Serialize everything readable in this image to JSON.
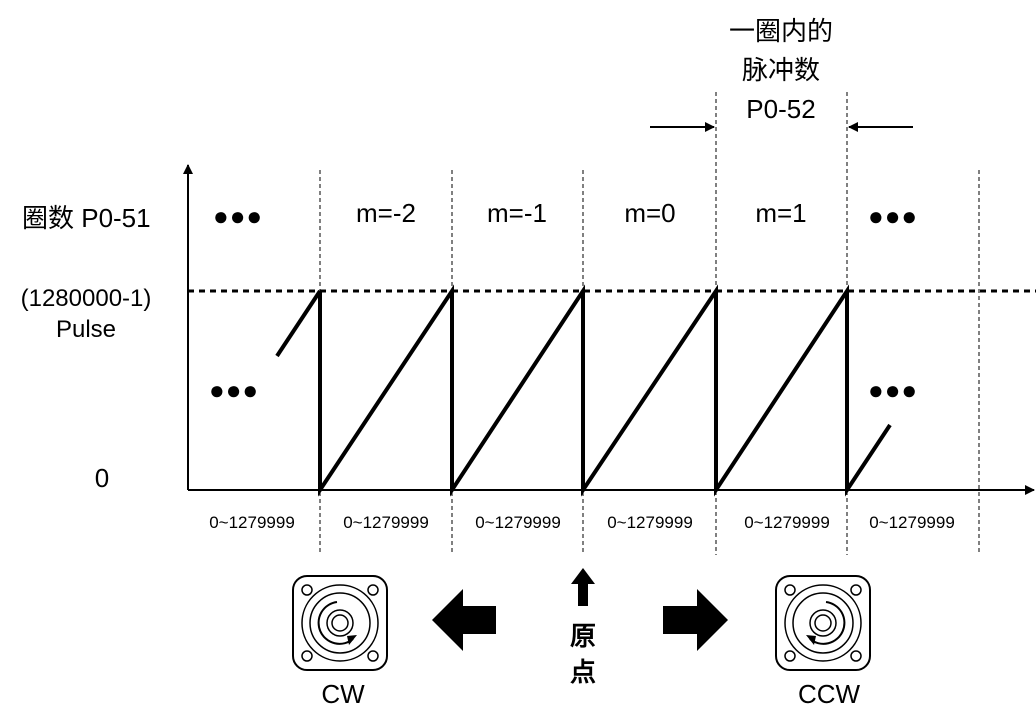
{
  "title_lines": [
    "一圈内的",
    "脉冲数",
    "P0-52"
  ],
  "y_axis": {
    "turns_label": "圈数 P0-51",
    "max_label_line1": "(1280000-1)",
    "max_label_line2": "Pulse",
    "zero_label": "0"
  },
  "ellipsis": "●●●",
  "segments": [
    {
      "m_label": "m=-2",
      "range": "0~1279999"
    },
    {
      "m_label": "m=-1",
      "range": "0~1279999"
    },
    {
      "m_label": "m=0",
      "range": "0~1279999"
    },
    {
      "m_label": "m=1",
      "range": "0~1279999"
    }
  ],
  "extra_range": "0~1279999",
  "origin": {
    "line1": "原",
    "line2": "点"
  },
  "directions": {
    "left": "CW",
    "right": "CCW"
  },
  "colors": {
    "ink": "#000000",
    "background": "#ffffff"
  }
}
